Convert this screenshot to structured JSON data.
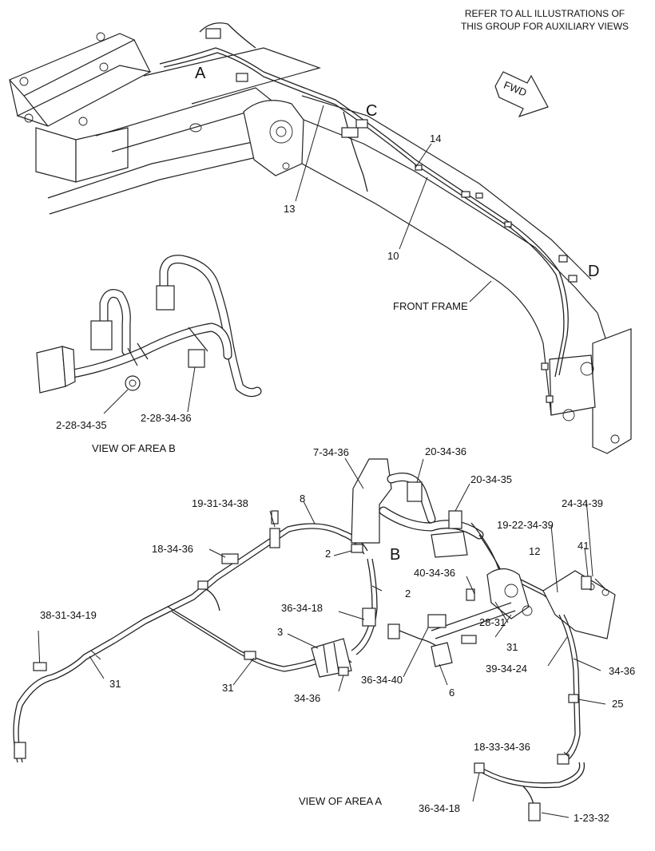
{
  "header_note": {
    "line1": "REFER TO ALL ILLUSTRATIONS OF",
    "line2": "THIS GROUP FOR AUXILIARY VIEWS"
  },
  "fwd_label": "FWD",
  "frame_label": "FRONT FRAME",
  "area_letters": {
    "a": "A",
    "b": "B",
    "c": "C",
    "d": "D"
  },
  "views": {
    "area_b": "VIEW OF AREA B",
    "area_a": "VIEW OF AREA A"
  },
  "callouts": {
    "c14": "14",
    "c13": "13",
    "c10": "10",
    "b1": "2-28-34-35",
    "b2": "2-28-34-36",
    "a1": "7-34-36",
    "a2": "20-34-36",
    "a3": "20-34-35",
    "a4": "19-31-34-38",
    "a5": "8",
    "a6": "24-34-39",
    "a7": "19-22-34-39",
    "a8": "41",
    "a9": "18-34-36",
    "a10": "2",
    "a11": "12",
    "a12": "2",
    "a13": "40-34-36",
    "a14": "38-31-34-19",
    "a15": "36-34-18",
    "a16": "28-31",
    "a17": "3",
    "a18": "31",
    "a19": "31",
    "a20": "39-34-24",
    "a21": "34-36",
    "a22": "31",
    "a23": "36-34-40",
    "a24": "6",
    "a25": "34-36",
    "a26": "25",
    "a27": "18-33-34-36",
    "a28": "36-34-18",
    "a29": "1-23-32"
  }
}
